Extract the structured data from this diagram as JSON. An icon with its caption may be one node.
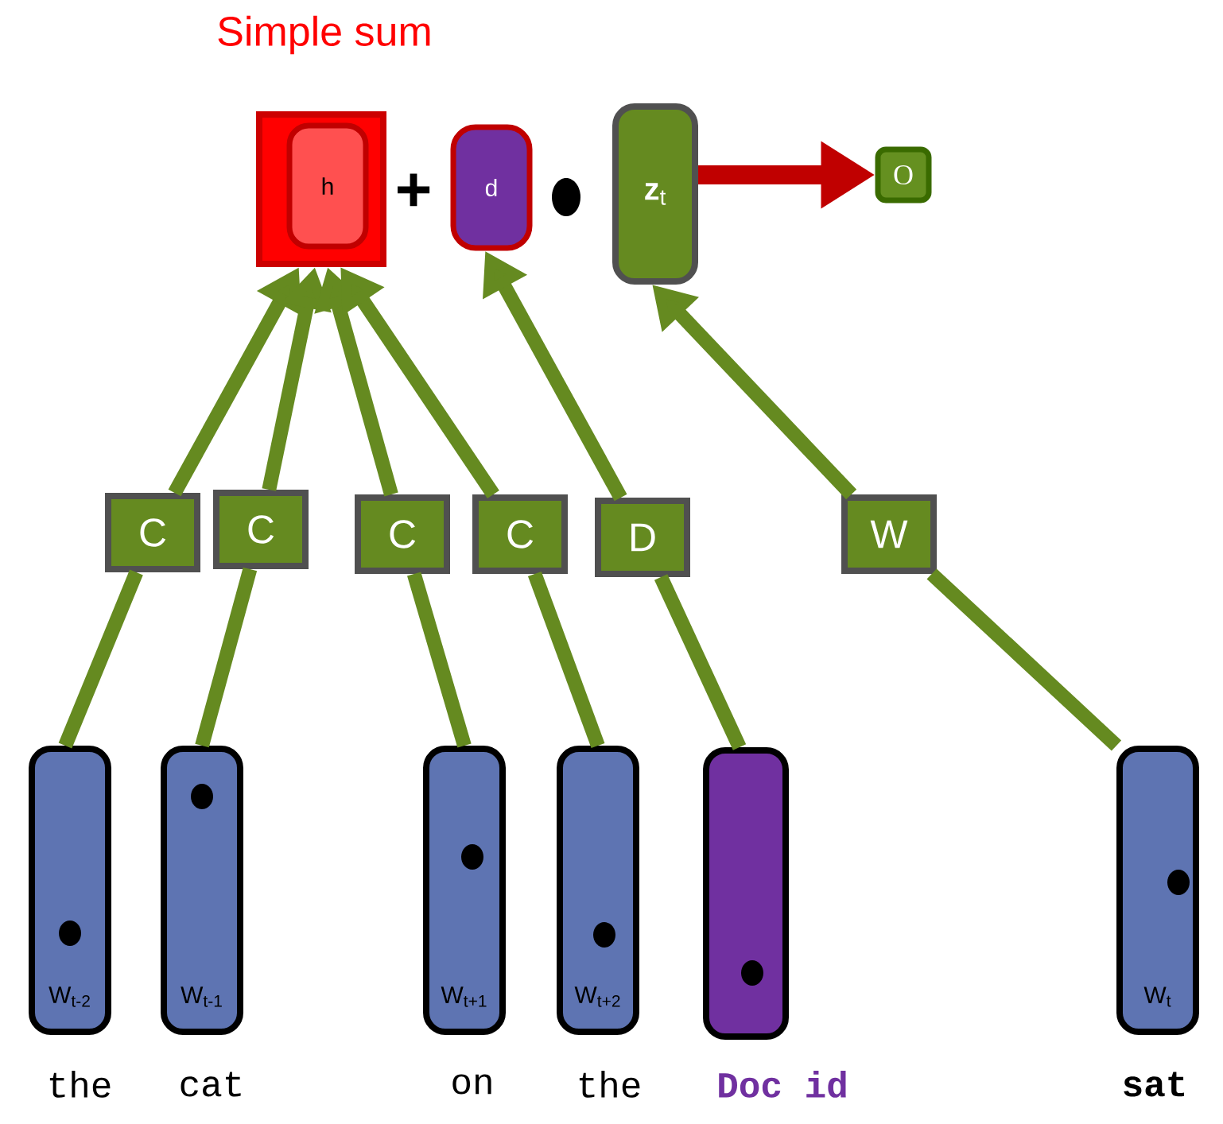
{
  "diagram": {
    "title": "Simple sum",
    "nodes": [
      {
        "text": [],
        "shape": "box"
      },
      {
        "text": [
          "h"
        ],
        "in": 0
      },
      {
        "text": [
          "d"
        ]
      },
      {
        "text": [
          "**z**$_{t}$"
        ]
      },
      {
        "text": [
          "O"
        ]
      },
      {
        "text": [
          "C"
        ]
      },
      {
        "text": [
          "C"
        ]
      },
      {
        "text": [
          "C"
        ]
      },
      {
        "text": [
          "C"
        ]
      },
      {
        "text": [
          "D"
        ]
      },
      {
        "text": [
          "W"
        ]
      },
      {
        "text": [
          "W$_{t-2}$"
        ],
        "beside": [
          "the"
        ]
      },
      {
        "text": [
          "W$_{t-1}$"
        ],
        "beside": [
          "cat"
        ]
      },
      {
        "text": [
          "W$_{t+1}$"
        ],
        "beside": [
          "on"
        ]
      },
      {
        "text": [
          "W$_{t+2}$"
        ],
        "beside": [
          "the"
        ]
      },
      {
        "text": [],
        "shape": "bar",
        "beside": [
          "Doc id"
        ]
      },
      {
        "text": [
          "W$_{t}$"
        ],
        "beside": [
          "sat"
        ]
      }
    ],
    "edges": [
      {
        "from": 11,
        "to": 5,
        "arrow": "none"
      },
      {
        "from": 5,
        "to": 0,
        "arrow": "to"
      },
      {
        "from": 12,
        "to": 6,
        "arrow": "none"
      },
      {
        "from": 6,
        "to": 0,
        "arrow": "to"
      },
      {
        "from": 13,
        "to": 7,
        "arrow": "none"
      },
      {
        "from": 7,
        "to": 0,
        "arrow": "to"
      },
      {
        "from": 14,
        "to": 8,
        "arrow": "none"
      },
      {
        "from": 8,
        "to": 0,
        "arrow": "to"
      },
      {
        "from": 15,
        "to": 9,
        "arrow": "none"
      },
      {
        "from": 9,
        "to": 2,
        "arrow": "to"
      },
      {
        "from": 16,
        "to": 10,
        "arrow": "none"
      },
      {
        "from": 10,
        "to": 3,
        "arrow": "to"
      },
      {
        "from": 3,
        "to": 4,
        "arrow": "to",
        "color": "#c00000"
      }
    ],
    "labels": [
      "+"
    ]
  }
}
